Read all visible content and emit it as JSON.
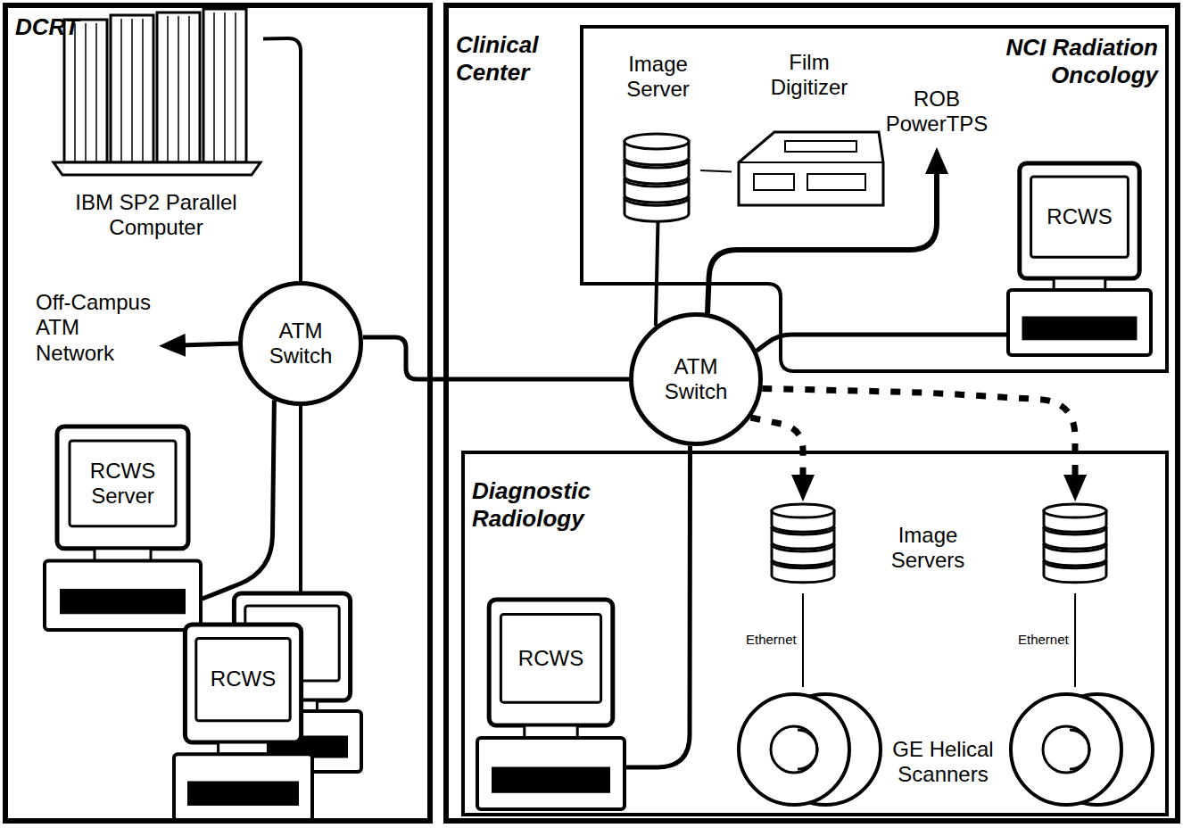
{
  "diagram": {
    "nodes": [
      {
        "text": [
          "DCRT"
        ]
      },
      {
        "text": [
          "IBM SP2 Parallel Computer"
        ],
        "in": 0
      },
      {
        "text": [
          "Off-Campus ATM Network"
        ],
        "in": 0
      },
      {
        "text": [
          "ATM Switch"
        ],
        "in": 0
      },
      {
        "text": [
          "RCWS Server"
        ],
        "in": 0
      },
      {
        "text": [
          "RCWS"
        ],
        "in": 0
      },
      {
        "text": [
          "Clinical Center"
        ]
      },
      {
        "text": [
          "NCI Radiation Oncology"
        ],
        "in": 6
      },
      {
        "text": [
          "Image Server"
        ],
        "in": 7
      },
      {
        "text": [
          "Film Digitizer"
        ],
        "in": 7
      },
      {
        "text": [
          "ROB PowerTPS"
        ],
        "in": 7
      },
      {
        "text": [
          "RCWS"
        ],
        "in": 7
      },
      {
        "text": [
          "ATM Switch"
        ],
        "in": 6
      },
      {
        "text": [
          "Diagnostic Radiology"
        ],
        "in": 6
      },
      {
        "text": [
          "RCWS"
        ],
        "in": 13
      },
      {
        "text": [
          "Image Servers"
        ],
        "in": 13
      },
      {
        "text": [
          "GE Helical Scanners"
        ],
        "in": 13
      }
    ],
    "edges": [
      {
        "from": 1,
        "to": 3,
        "arrow": "none"
      },
      {
        "from": 3,
        "to": 2,
        "arrow": "to"
      },
      {
        "from": 3,
        "to": 4,
        "arrow": "none"
      },
      {
        "from": 3,
        "to": 5,
        "arrow": "none"
      },
      {
        "from": 3,
        "to": 12,
        "arrow": "none"
      },
      {
        "from": 8,
        "to": 9,
        "arrow": "none"
      },
      {
        "from": 12,
        "to": 8,
        "arrow": "none"
      },
      {
        "from": 12,
        "to": 10,
        "arrow": "to"
      },
      {
        "from": 12,
        "to": 11,
        "arrow": "none"
      },
      {
        "from": 12,
        "to": 14,
        "arrow": "none"
      },
      {
        "from": 12,
        "to": 15,
        "arrow": "to"
      },
      {
        "from": 12,
        "to": 15,
        "arrow": "to"
      },
      {
        "from": 15,
        "to": 16,
        "label": "Ethernet",
        "arrow": "none"
      },
      {
        "from": 15,
        "to": 16,
        "label": "Ethernet",
        "arrow": "none"
      }
    ]
  }
}
